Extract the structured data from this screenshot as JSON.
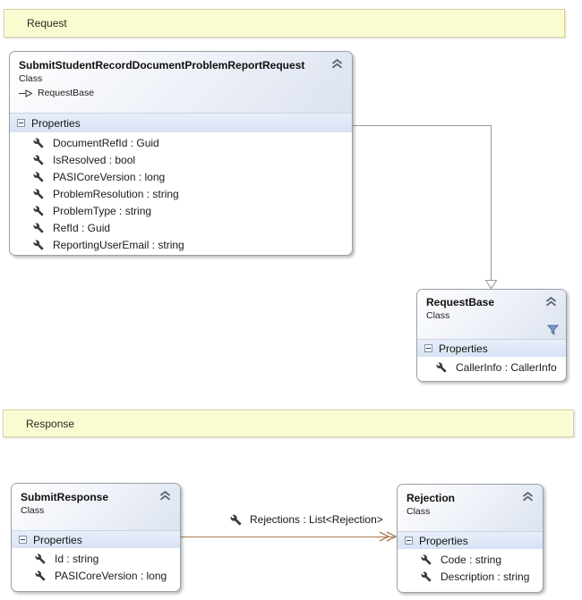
{
  "diagram": {
    "comments": [
      {
        "label": "Request"
      },
      {
        "label": "Response"
      }
    ],
    "classes": [
      {
        "title": "SubmitStudentRecordDocumentProblemReportRequest",
        "stereotype": "Class",
        "inherits": "RequestBase",
        "section_label": "Properties",
        "properties": [
          "DocumentRefId : Guid",
          "IsResolved : bool",
          "PASICoreVersion : long",
          "ProblemResolution : string",
          "ProblemType : string",
          "RefId : Guid",
          "ReportingUserEmail : string"
        ]
      },
      {
        "title": "RequestBase",
        "stereotype": "Class",
        "has_filter_indicator": true,
        "section_label": "Properties",
        "properties": [
          "CallerInfo : CallerInfo"
        ]
      },
      {
        "title": "SubmitResponse",
        "stereotype": "Class",
        "section_label": "Properties",
        "properties": [
          "Id : string",
          "PASICoreVersion : long"
        ]
      },
      {
        "title": "Rejection",
        "stereotype": "Class",
        "section_label": "Properties",
        "properties": [
          "Code : string",
          "Description : string"
        ]
      }
    ],
    "inheritances": [
      {
        "from": "SubmitStudentRecordDocumentProblemReportRequest",
        "to": "RequestBase"
      }
    ],
    "associations": [
      {
        "from": "SubmitResponse",
        "to": "Rejection",
        "label": "Rejections : List<Rejection>"
      }
    ],
    "icons": {
      "property": "wrench-icon",
      "section_expander": "minus-box-icon",
      "collapse": "chevron-double-up-icon",
      "filter": "funnel-icon",
      "inheritance_glyph": "arrow-hollow-triangle-icon",
      "association_arrowhead": "double-chevron-arrow"
    },
    "colors": {
      "comment_bg": "#fbfbd2",
      "comment_border": "#d6d28f",
      "header_gradient_end": "#dce3f0",
      "section_band_bg": "#dde7f6",
      "box_border": "#9aa0aa",
      "inheritance_line": "#9b9b9b",
      "association_line": "#a97a52",
      "filter_icon_fill": "#7a9cd0"
    }
  }
}
